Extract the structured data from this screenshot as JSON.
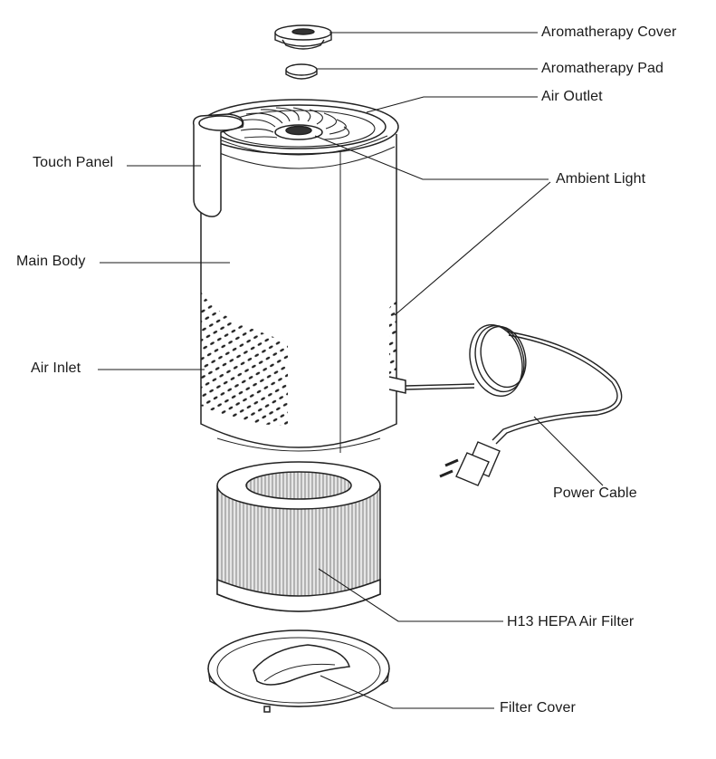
{
  "diagram": {
    "labels": {
      "aromatherapy_cover": "Aromatherapy Cover",
      "aromatherapy_pad": "Aromatherapy Pad",
      "air_outlet": "Air Outlet",
      "ambient_light": "Ambient Light",
      "touch_panel": "Touch Panel",
      "main_body": "Main Body",
      "air_inlet": "Air Inlet",
      "power_cable": "Power Cable",
      "hepa_filter": "H13 HEPA Air Filter",
      "filter_cover": "Filter Cover"
    }
  }
}
